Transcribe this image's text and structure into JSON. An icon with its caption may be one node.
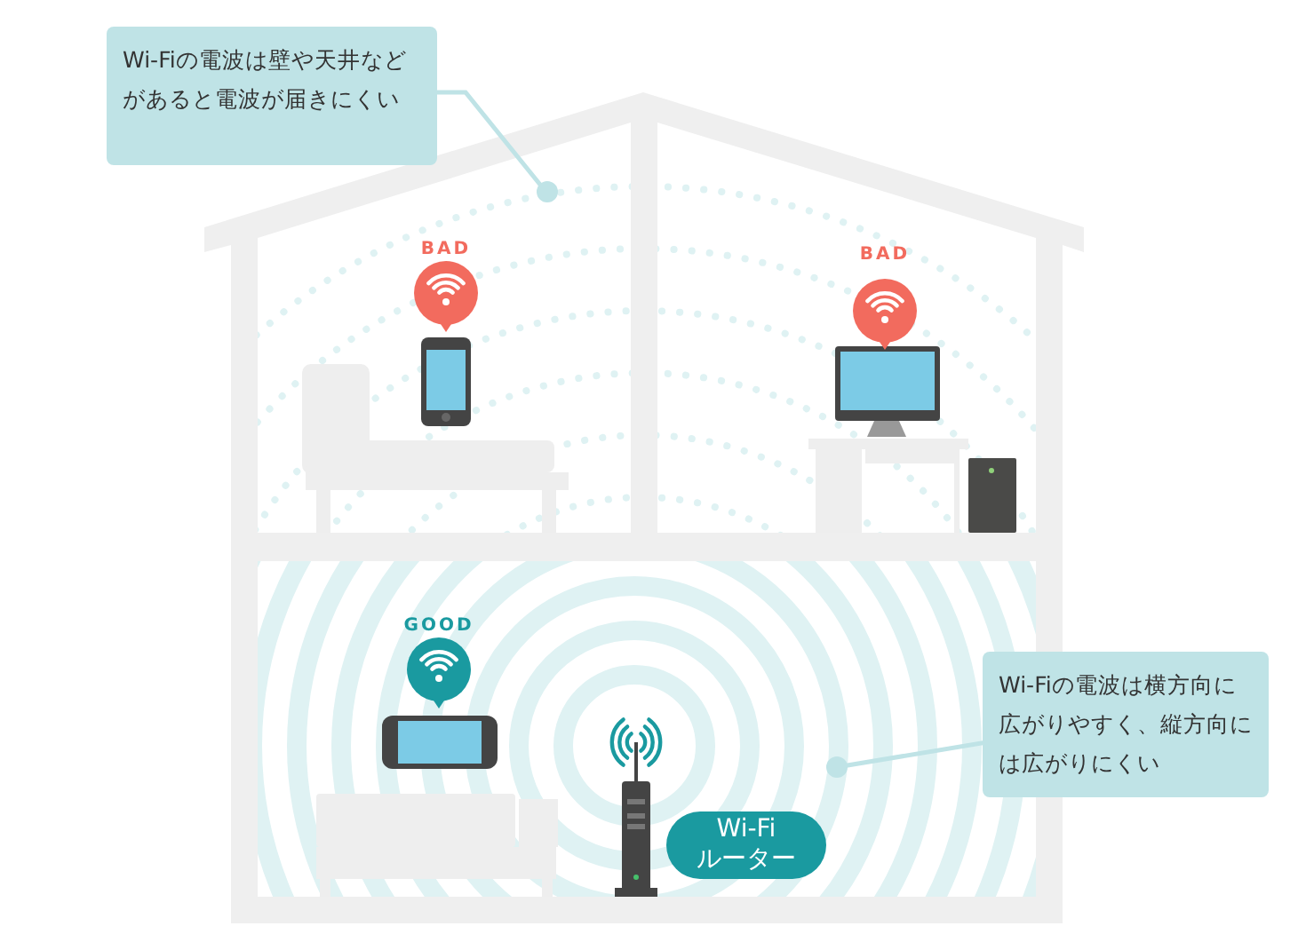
{
  "diagram": {
    "nodes": [
      {
        "text": [
          "Wi-Fiの電波は壁や天井などがあると電波が届きにくい"
        ]
      },
      {
        "text": [],
        "shape": "circle"
      },
      {
        "text": [
          "Wi-Fiの電波は横方向に広がりやすく、縦方向には広がりにくい"
        ]
      },
      {
        "text": [],
        "shape": "circle"
      },
      {
        "text": [
          "Wi-Fiルーター"
        ]
      }
    ],
    "edges": [
      {
        "from": 0,
        "to": 1,
        "arrow": "none"
      },
      {
        "from": 2,
        "to": 3,
        "arrow": "none"
      }
    ],
    "labels": [
      "BAD",
      "BAD",
      "GOOD"
    ]
  }
}
